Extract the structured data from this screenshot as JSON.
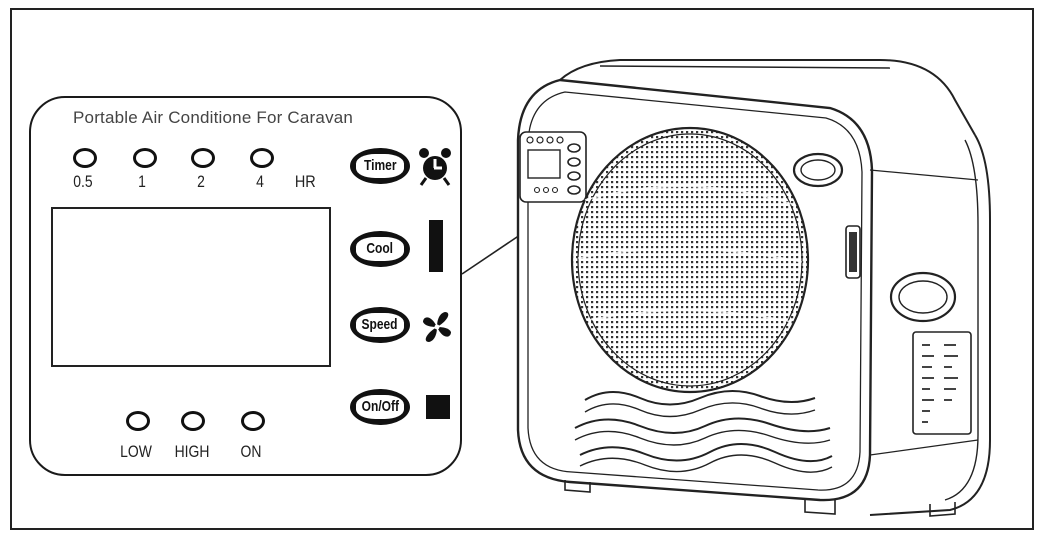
{
  "panel": {
    "title": "Portable Air Conditione For Caravan",
    "timer_leds": [
      "0.5",
      "1",
      "2",
      "4"
    ],
    "timer_unit": "HR",
    "status_leds": [
      "LOW",
      "HIGH",
      "ON"
    ],
    "buttons": {
      "timer": "Timer",
      "cool": "Cool",
      "speed": "Speed",
      "onoff": "On/Off"
    },
    "icons": [
      "alarm-clock-icon",
      "cool-bar-icon",
      "fan-icon",
      "power-square-icon"
    ]
  },
  "colors": {
    "line": "#1a1a1a",
    "background": "#ffffff"
  }
}
